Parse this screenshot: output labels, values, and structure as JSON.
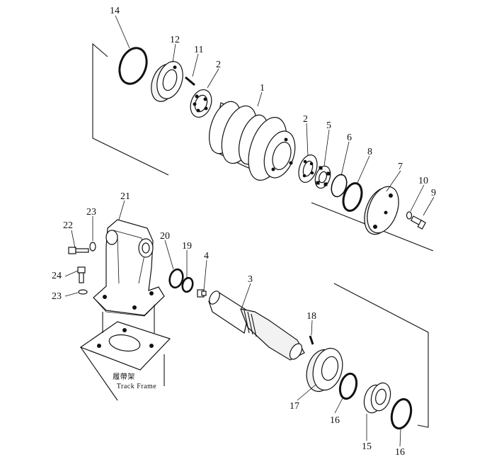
{
  "diagram": {
    "callouts": [
      {
        "id": "c14",
        "text": "14"
      },
      {
        "id": "c12",
        "text": "12"
      },
      {
        "id": "c11",
        "text": "11"
      },
      {
        "id": "c2a",
        "text": "2"
      },
      {
        "id": "c1",
        "text": "1"
      },
      {
        "id": "c2b",
        "text": "2"
      },
      {
        "id": "c5",
        "text": "5"
      },
      {
        "id": "c6",
        "text": "6"
      },
      {
        "id": "c8",
        "text": "8"
      },
      {
        "id": "c7",
        "text": "7"
      },
      {
        "id": "c10",
        "text": "10"
      },
      {
        "id": "c9",
        "text": "9"
      },
      {
        "id": "c21",
        "text": "21"
      },
      {
        "id": "c22",
        "text": "22"
      },
      {
        "id": "c23a",
        "text": "23"
      },
      {
        "id": "c20",
        "text": "20"
      },
      {
        "id": "c19",
        "text": "19"
      },
      {
        "id": "c4",
        "text": "4"
      },
      {
        "id": "c3",
        "text": "3"
      },
      {
        "id": "c24",
        "text": "24"
      },
      {
        "id": "c23b",
        "text": "23"
      },
      {
        "id": "c18",
        "text": "18"
      },
      {
        "id": "c17",
        "text": "17"
      },
      {
        "id": "c16a",
        "text": "16"
      },
      {
        "id": "c15",
        "text": "15"
      },
      {
        "id": "c16b",
        "text": "16"
      }
    ],
    "track_frame_label_cn": "履帶架",
    "track_frame_label_en": "Track Frame"
  }
}
